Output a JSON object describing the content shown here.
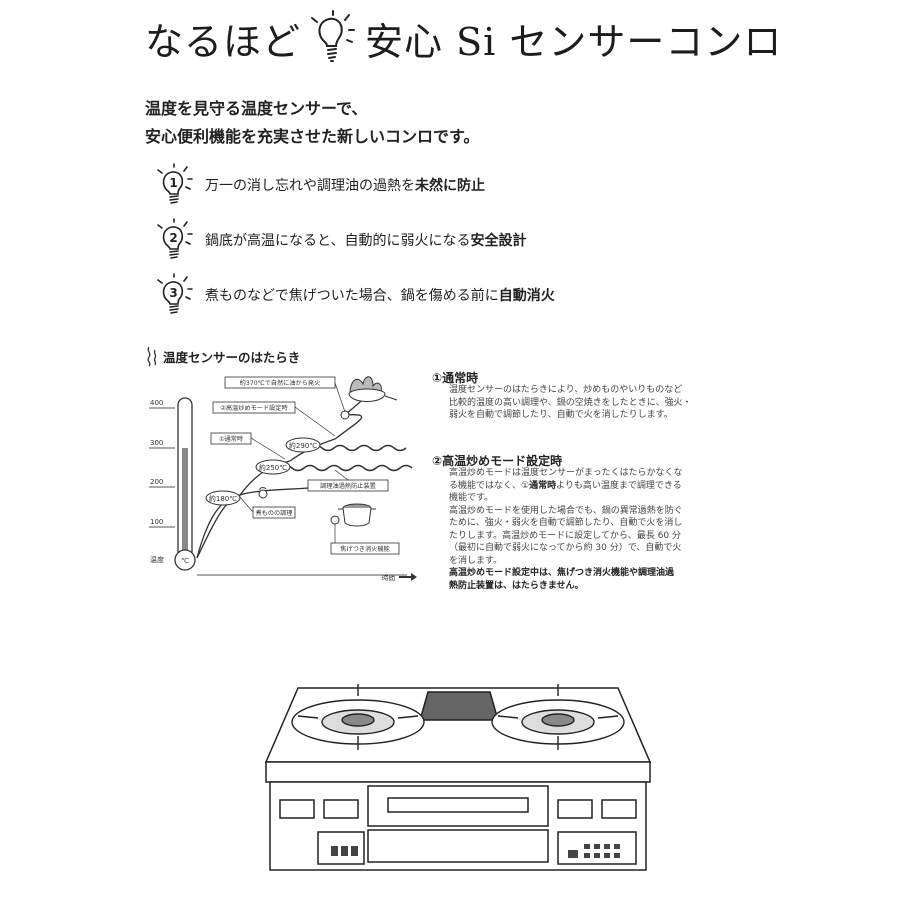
{
  "title": {
    "part1": "なるほど",
    "part2": "安心 Si センサーコンロ"
  },
  "intro": {
    "line1": "温度を見守る温度センサーで、",
    "line2": "安心便利機能を充実させた新しいコンロです。"
  },
  "features": [
    {
      "num": "1",
      "text": "万一の消し忘れや調理油の過熱を",
      "bold": "未然に防止"
    },
    {
      "num": "2",
      "text": "鍋底が高温になると、自動的に弱火になる",
      "bold": "安全設計"
    },
    {
      "num": "3",
      "text": "煮ものなどで焦げついた場合、鍋を傷める前に",
      "bold": "自動消火"
    }
  ],
  "sensor": {
    "heading": "温度センサーのはたらき",
    "chart": {
      "axis_unit": "温度",
      "thermo_bulb": "℃",
      "time_label": "時間",
      "ticks": [
        "400",
        "300",
        "200",
        "100"
      ],
      "temps": [
        "約290℃",
        "約250℃",
        "約180℃"
      ],
      "callouts": {
        "fire": "約370℃で自然に油から発火",
        "high_mode": "②高温炒めモード設定時",
        "normal": "①通常時",
        "overheat": "調理油過熱防止装置",
        "boil": "煮ものの調理",
        "scorch": "焦げつき消火機能"
      }
    },
    "normal": {
      "title": "①通常時",
      "lines": [
        "温度センサーのはたらきにより、炒めものやいりものなど",
        "比較的温度の高い調理や、鍋の空焼きをしたときに、強火・",
        "弱火を自動で調節したり、自動で火を消したりします。"
      ]
    },
    "high": {
      "title": "②高温炒めモード設定時",
      "l1": "高温炒めモードは温度センサーがまったくはたらかなくな",
      "l2a": "る機能ではなく、①",
      "l2b": "通常時",
      "l2c": "よりも高い温度まで調理できる",
      "l3": "機能です。",
      "l4": "高温炒めモードを使用した場合でも、鍋の異常過熱を防ぐ",
      "l5": "ために、強火・弱火を自動で調節したり、自動で火を消し",
      "l6": "たりします。高温炒めモードに設定してから、最長 60 分",
      "l7": "（最初に自動で弱火になってから約 30 分）で、自動で火",
      "l8": "を消します。",
      "bold1": "高温炒めモード設定中は、焦げつき消火機能や調理油過",
      "bold2": "熱防止装置は、はたらきません。"
    }
  }
}
